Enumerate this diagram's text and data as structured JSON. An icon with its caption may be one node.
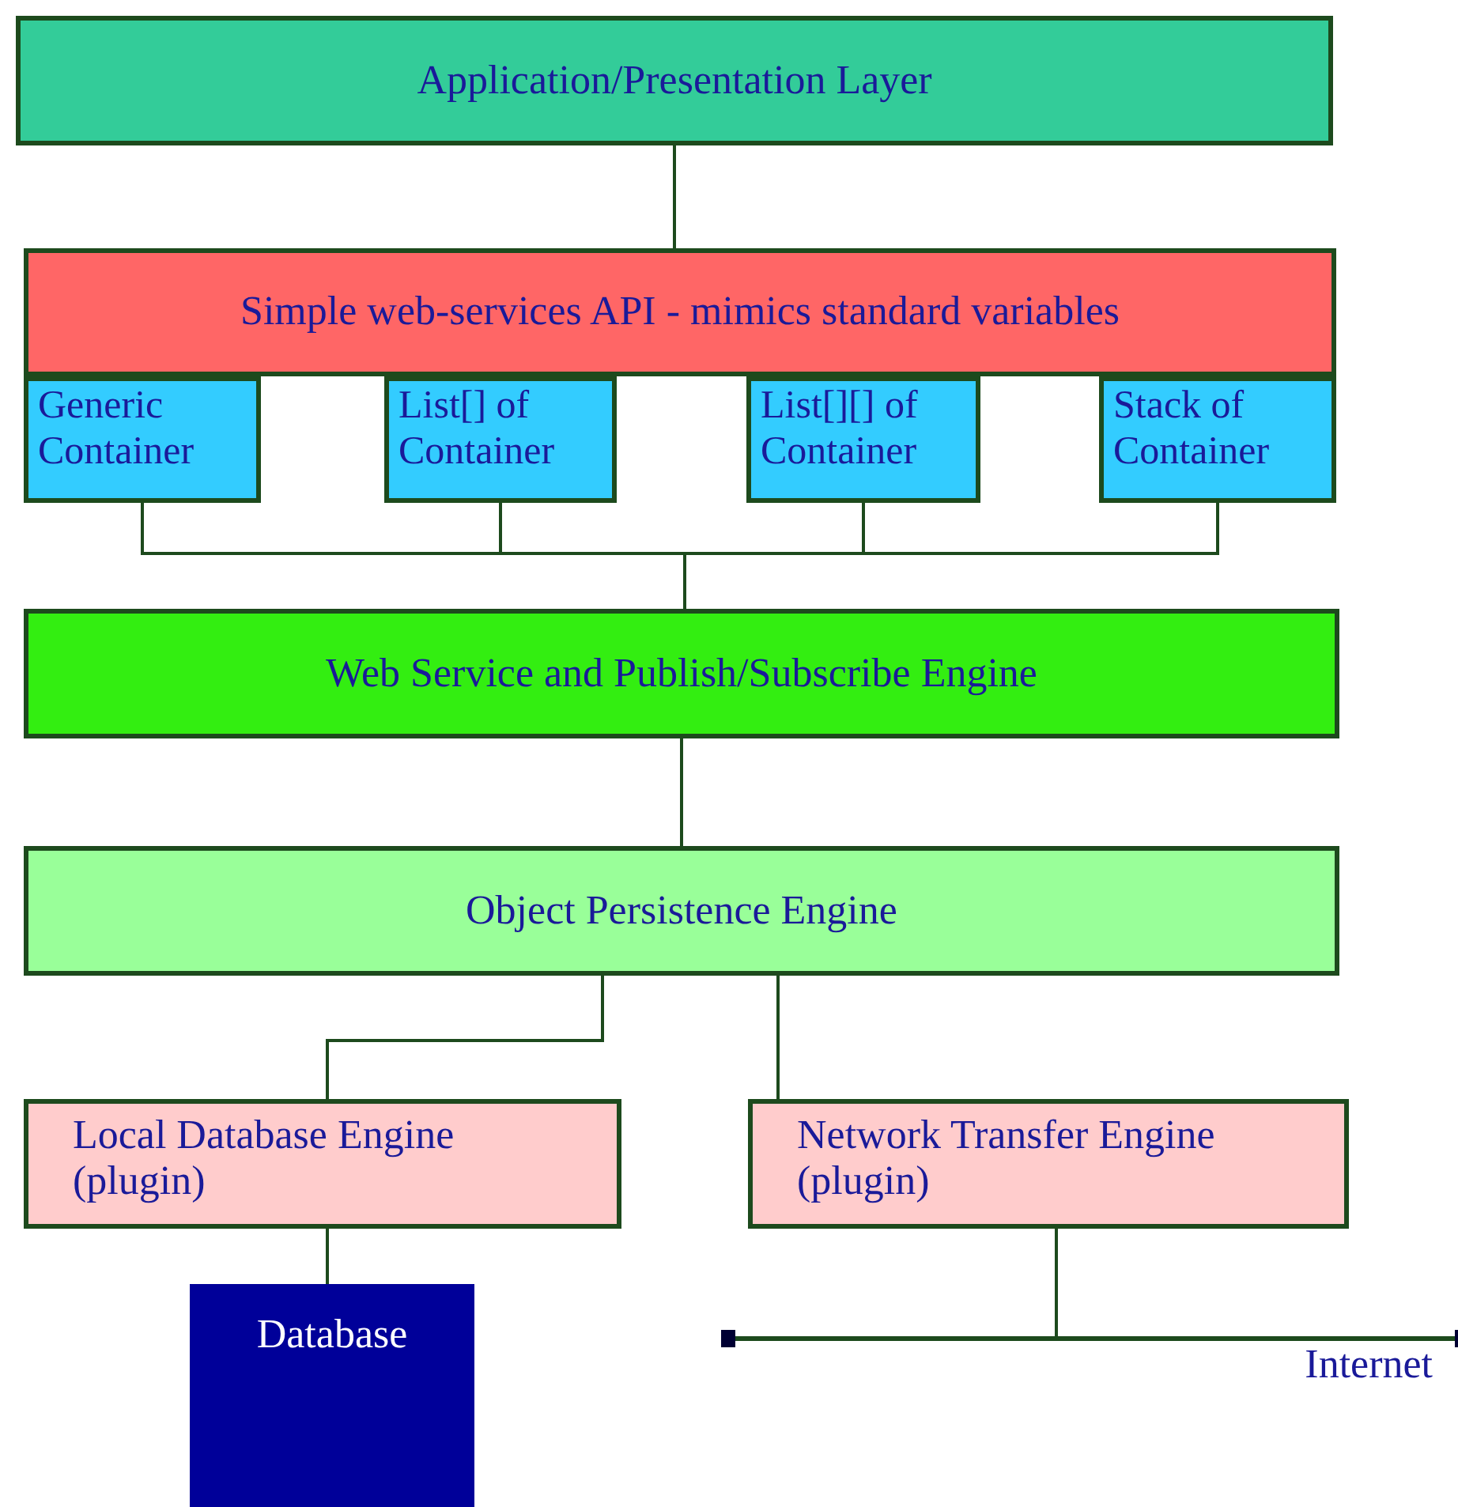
{
  "diagram": {
    "nodes": [
      {
        "text": [
          "Application/Presentation Layer"
        ]
      },
      {
        "text": [
          "Simple web-services API - mimics standard variables"
        ]
      },
      {
        "text": [
          "Generic Container"
        ]
      },
      {
        "text": [
          "List[] of Container"
        ]
      },
      {
        "text": [
          "List[][] of Container"
        ]
      },
      {
        "text": [
          "Stack of Container"
        ]
      },
      {
        "text": [
          "Web Service and Publish/Subscribe Engine"
        ]
      },
      {
        "text": [
          "Object Persistence Engine"
        ]
      },
      {
        "text": [
          "Local Database Engine (plugin)"
        ]
      },
      {
        "text": [
          "Network Transfer Engine (plugin)"
        ]
      },
      {
        "text": [
          "Database"
        ]
      },
      {
        "text": [
          "Internet"
        ]
      }
    ],
    "edges": [
      {
        "from": 0,
        "to": 1,
        "arrow": "none"
      },
      {
        "from": 2,
        "to": 6,
        "arrow": "none"
      },
      {
        "from": 3,
        "to": 6,
        "arrow": "none"
      },
      {
        "from": 4,
        "to": 6,
        "arrow": "none"
      },
      {
        "from": 5,
        "to": 6,
        "arrow": "none"
      },
      {
        "from": 6,
        "to": 7,
        "arrow": "none"
      },
      {
        "from": 7,
        "to": 8,
        "arrow": "none"
      },
      {
        "from": 7,
        "to": 9,
        "arrow": "none"
      },
      {
        "from": 8,
        "to": 10,
        "arrow": "none"
      },
      {
        "from": 9,
        "to": 11,
        "arrow": "none"
      }
    ]
  }
}
